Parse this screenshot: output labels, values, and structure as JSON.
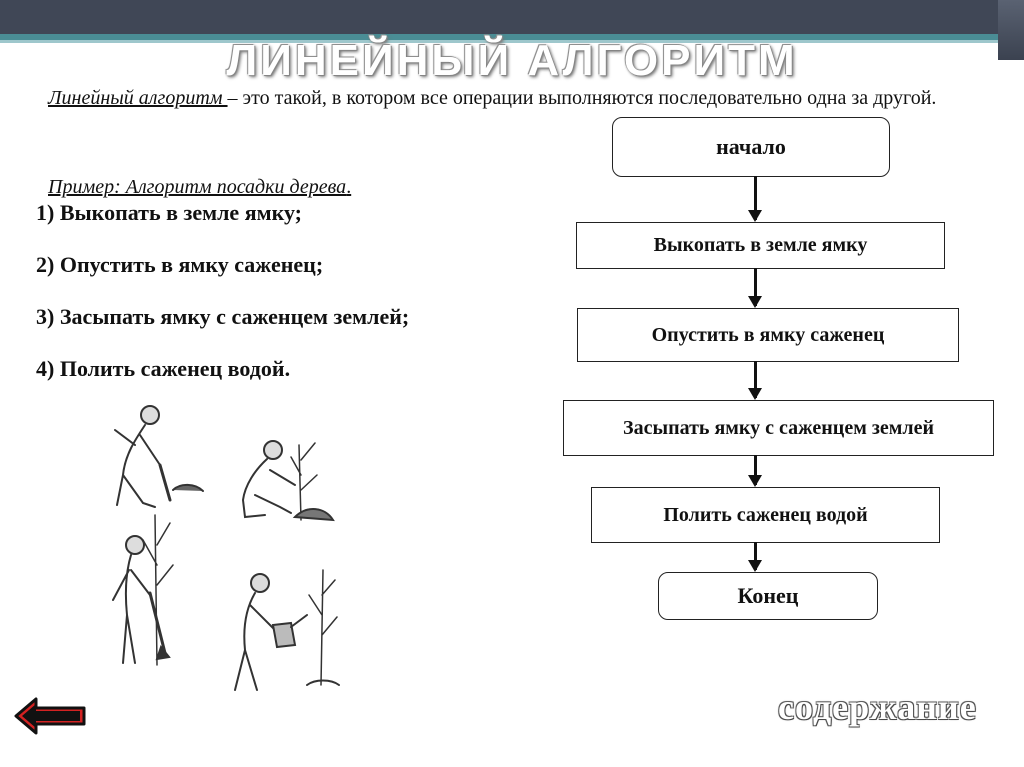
{
  "slide": {
    "title": "ЛИНЕЙНЫЙ АЛГОРИТМ",
    "definition_term": "Линейный алгоритм ",
    "definition_rest": "– это такой, в котором все операции выполняются последовательно одна за другой.",
    "example_heading": "Пример: Алгоритм посадки дерева",
    "example_suffix": ".",
    "steps": [
      "1)  Выкопать в земле ямку;",
      "2)  Опустить в ямку саженец;",
      "3)  Засыпать ямку с саженцем землей;",
      "4)  Полить саженец водой."
    ],
    "contents_link": "содержание"
  },
  "flowchart": {
    "start": "начало",
    "steps": [
      "Выкопать в земле ямку",
      "Опустить в ямку саженец",
      "Засыпать ямку с саженцем землей",
      "Полить саженец водой"
    ],
    "end": "Конец"
  },
  "colors": {
    "header_bar": "#404756",
    "accent_stripe": "#4a8d95",
    "text": "#111111"
  },
  "icons": {
    "back": "arrow-left-icon"
  }
}
